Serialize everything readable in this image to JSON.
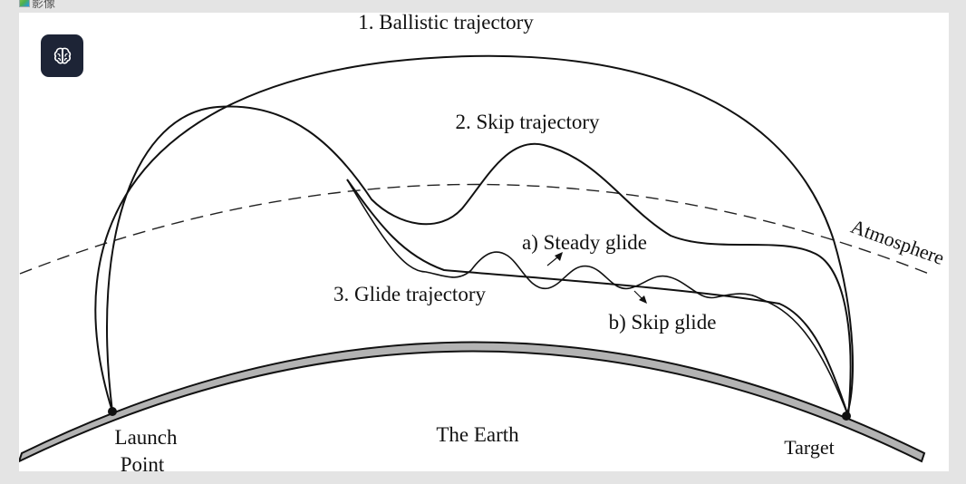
{
  "image_alt": "影像",
  "icons": {
    "broken_image": "broken-image-icon",
    "ai_button": "brain-icon"
  },
  "colors": {
    "ai_button_bg": "#1d2436",
    "earth_fill": "#b3b3b3",
    "line": "#111111"
  },
  "diagram": {
    "ballistic_label": "1. Ballistic trajectory",
    "skip_label": "2. Skip trajectory",
    "glide_label": "3. Glide trajectory",
    "steady_glide_label": "a) Steady glide",
    "skip_glide_label": "b) Skip glide",
    "atmosphere_label": "Atmosphere",
    "earth_label": "The Earth",
    "launch_label_line1": "Launch",
    "launch_label_line2": "Point",
    "target_label": "Target"
  }
}
